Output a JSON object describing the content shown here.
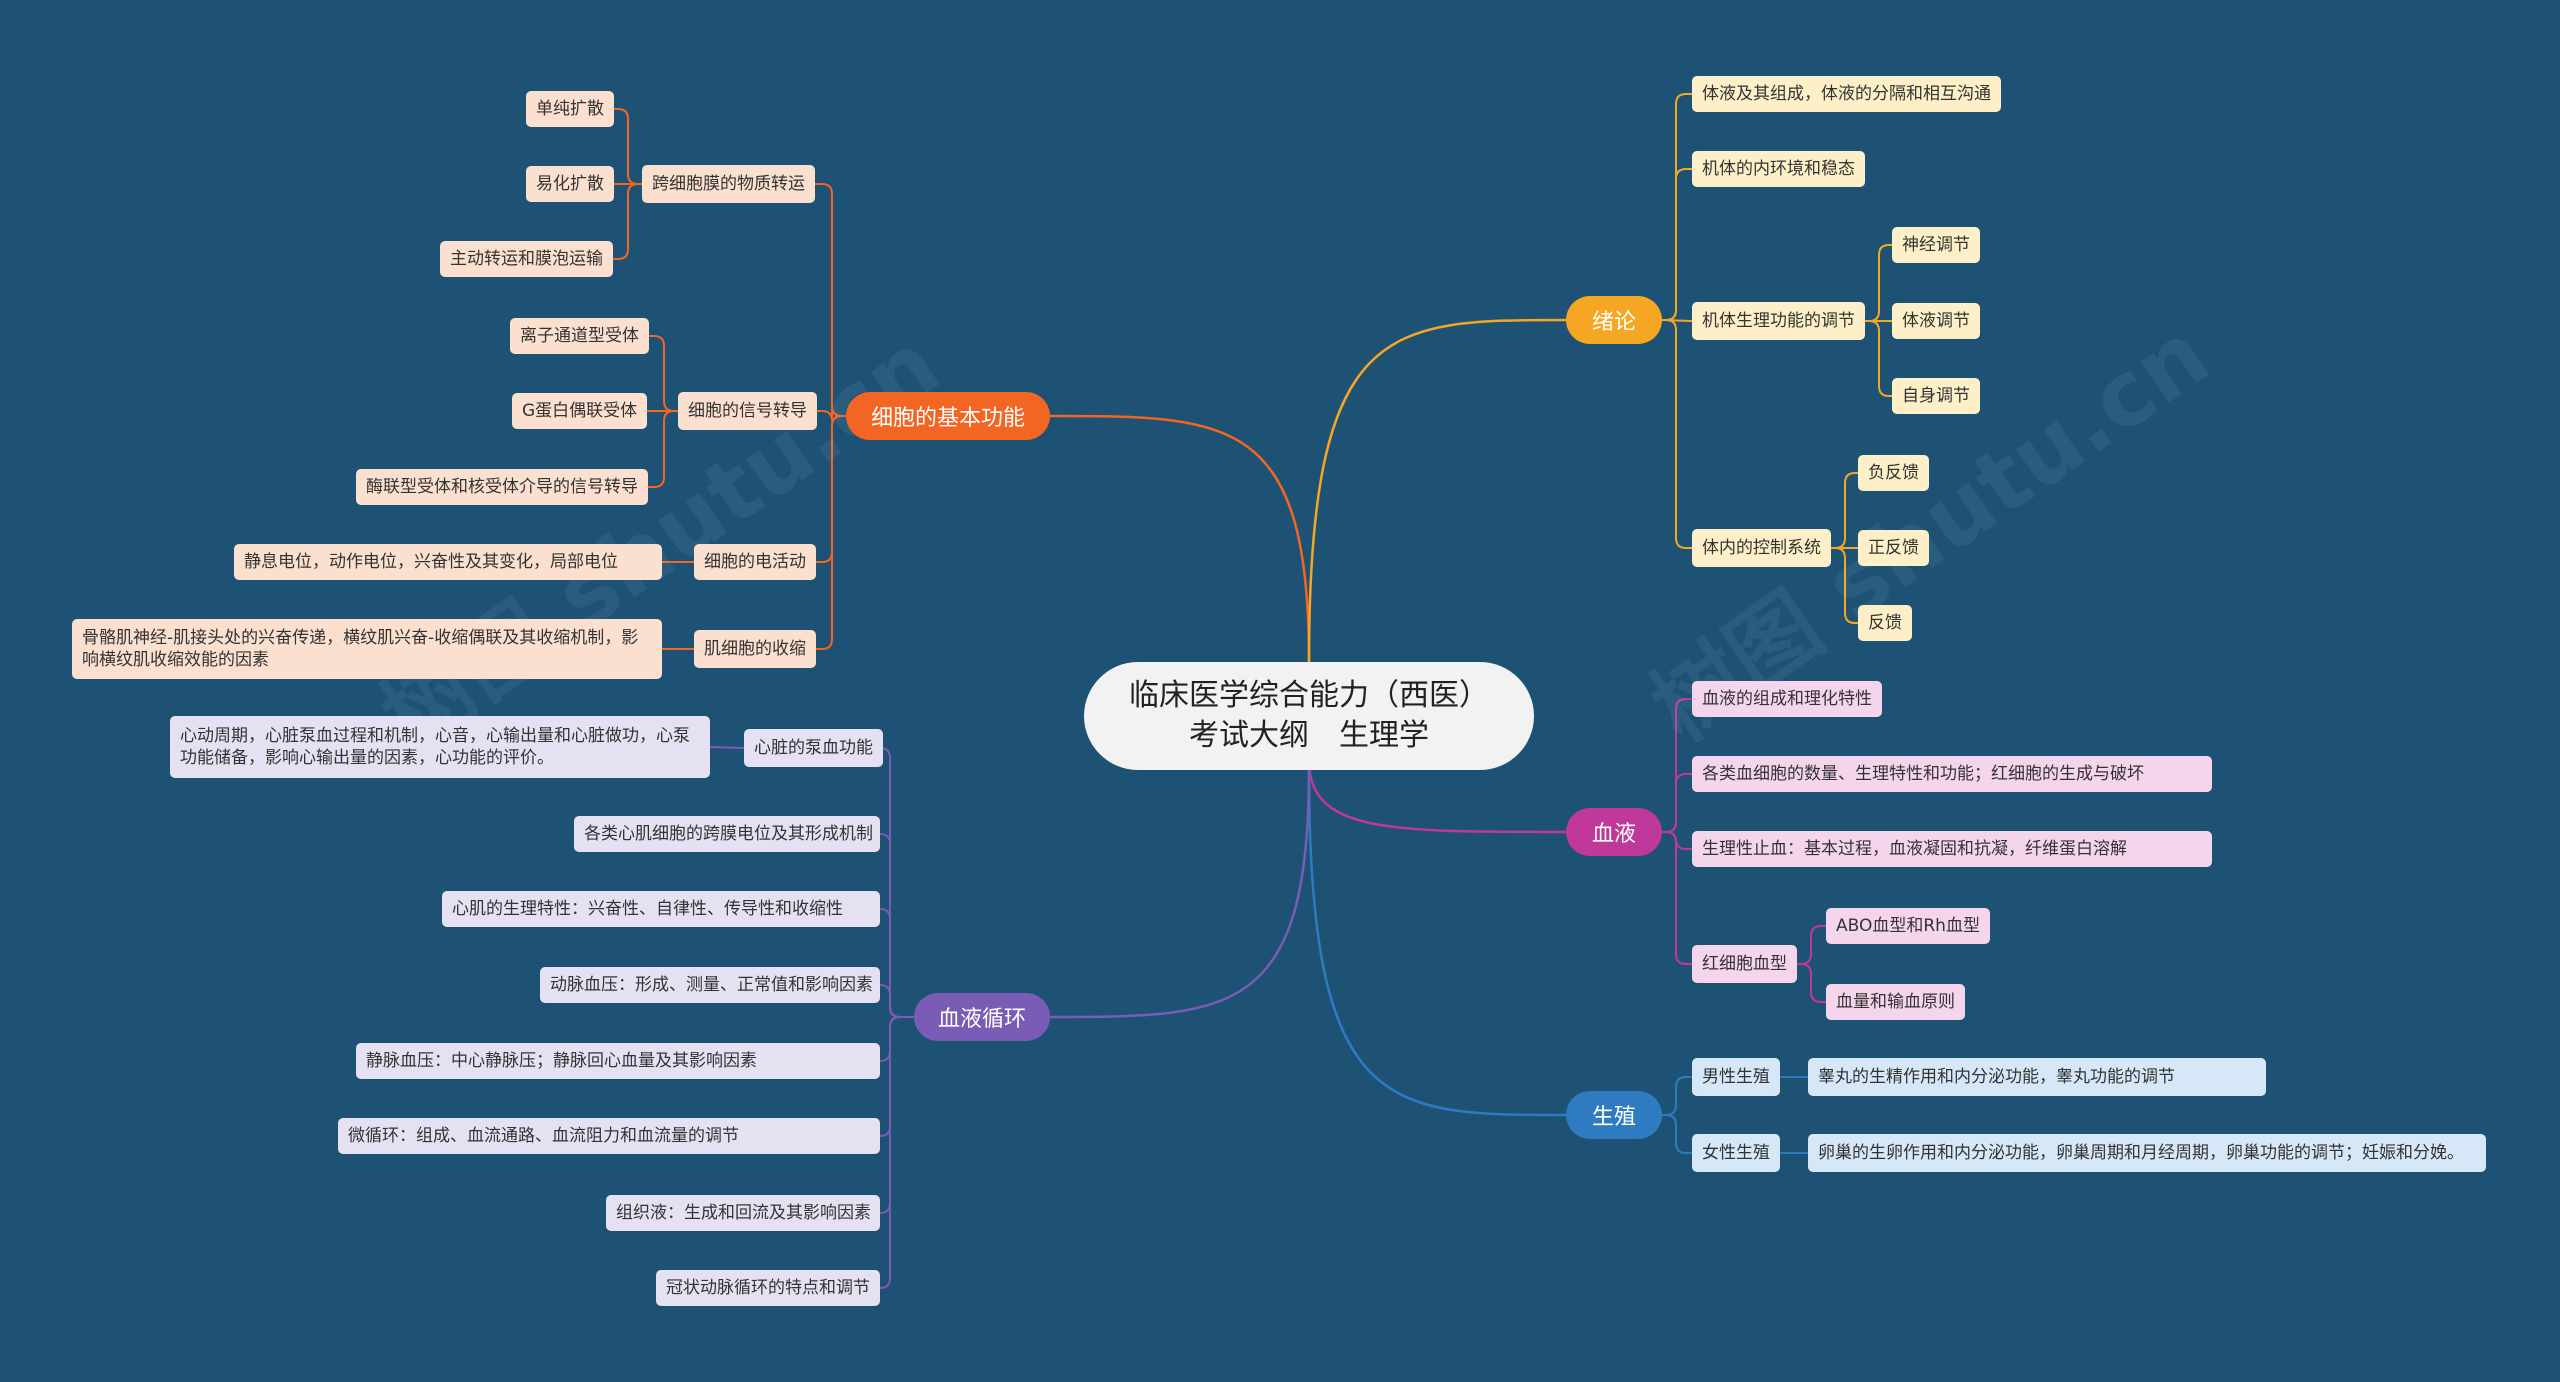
{
  "colors": {
    "background": "#1d5275",
    "orange": "#f26522",
    "yellow": "#f5a623",
    "magenta": "#c0389a",
    "blue": "#2f7bc2",
    "purple": "#7a5bb5"
  },
  "center": {
    "title": "临床医学综合能力（西医）考试大纲　生理学"
  },
  "watermark": {
    "text": "树图 shutu.cn"
  },
  "branches": {
    "cell": {
      "label": "细胞的基本功能",
      "transport": {
        "label": "跨细胞膜的物质转运",
        "items": [
          "单纯扩散",
          "易化扩散",
          "主动转运和膜泡运输"
        ]
      },
      "signal": {
        "label": "细胞的信号转导",
        "items": [
          "离子通道型受体",
          "G蛋白偶联受体",
          "酶联型受体和核受体介导的信号转导"
        ]
      },
      "electric": {
        "label": "细胞的电活动",
        "items": [
          "静息电位，动作电位，兴奋性及其变化，局部电位"
        ]
      },
      "muscle": {
        "label": "肌细胞的收缩",
        "items": [
          "骨骼肌神经-肌接头处的兴奋传递，横纹肌兴奋-收缩偶联及其收缩机制，影响横纹肌收缩效能的因素"
        ]
      }
    },
    "circulation": {
      "label": "血液循环",
      "pump": {
        "label": "心脏的泵血功能",
        "items": [
          "心动周期，心脏泵血过程和机制，心音，心输出量和心脏做功，心泵功能储备，影响心输出量的因素，心功能的评价。"
        ]
      },
      "items": [
        "各类心肌细胞的跨膜电位及其形成机制",
        "心肌的生理特性：兴奋性、自律性、传导性和收缩性",
        "动脉血压：形成、测量、正常值和影响因素",
        "静脉血压：中心静脉压；静脉回心血量及其影响因素",
        "微循环：组成、血流通路、血流阻力和血流量的调节",
        "组织液：生成和回流及其影响因素",
        "冠状动脉循环的特点和调节"
      ]
    },
    "intro": {
      "label": "绪论",
      "items": [
        "体液及其组成，体液的分隔和相互沟通",
        "机体的内环境和稳态"
      ],
      "regulation": {
        "label": "机体生理功能的调节",
        "items": [
          "神经调节",
          "体液调节",
          "自身调节"
        ]
      },
      "control": {
        "label": "体内的控制系统",
        "items": [
          "负反馈",
          "正反馈",
          "反馈"
        ]
      }
    },
    "blood": {
      "label": "血液",
      "items": [
        "血液的组成和理化特性",
        "各类血细胞的数量、生理特性和功能；红细胞的生成与破坏",
        "生理性止血：基本过程，血液凝固和抗凝，纤维蛋白溶解"
      ],
      "groups": {
        "label": "红细胞血型",
        "items": [
          "ABO血型和Rh血型",
          "血量和输血原则"
        ]
      }
    },
    "repro": {
      "label": "生殖",
      "male": {
        "label": "男性生殖",
        "items": [
          "睾丸的生精作用和内分泌功能，睾丸功能的调节"
        ]
      },
      "female": {
        "label": "女性生殖",
        "items": [
          "卵巢的生卵作用和内分泌功能，卵巢周期和月经周期，卵巢功能的调节；妊娠和分娩。"
        ]
      }
    }
  }
}
